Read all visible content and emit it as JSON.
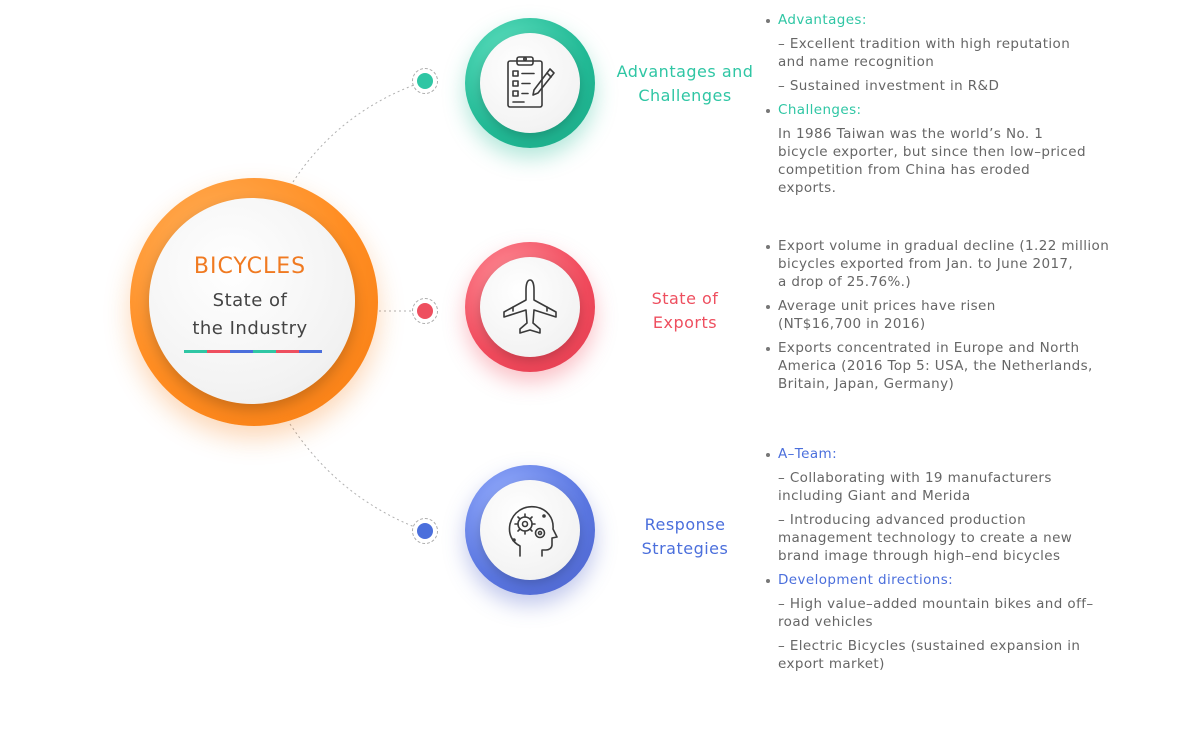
{
  "center": {
    "title": "BICYCLES",
    "line1": "State of",
    "line2": "the Industry"
  },
  "colors": {
    "orange": "#f07a21",
    "teal": "#2fc6a4",
    "red": "#ee4f5f",
    "blue": "#4b6fdc",
    "text": "#666666"
  },
  "sections": [
    {
      "label_line1": "Advantages and",
      "label_line2": "Challenges",
      "icon": "clipboard-checklist-icon",
      "items": [
        {
          "heading": "Advantages:"
        },
        {
          "text": "– Excellent tradition with high reputation"
        },
        {
          "text": "and name recognition"
        },
        {
          "text": "– Sustained investment in R&D"
        },
        {
          "heading": "Challenges:"
        },
        {
          "text": "In 1986 Taiwan was the world’s No. 1"
        },
        {
          "text": "bicycle exporter, but since then low–priced"
        },
        {
          "text": "competition from China has eroded"
        },
        {
          "text": "exports."
        }
      ]
    },
    {
      "label_line1": "State of",
      "label_line2": "Exports",
      "icon": "airplane-icon",
      "items": [
        {
          "text": "Export volume in gradual decline (1.22 million"
        },
        {
          "text": "bicycles exported from Jan. to June 2017,"
        },
        {
          "text": "a drop of 25.76%.)"
        },
        {
          "text": "Average unit prices have risen"
        },
        {
          "text": "(NT$16,700 in 2016)"
        },
        {
          "text": "Exports concentrated in Europe and North"
        },
        {
          "text": "America (2016 Top 5: USA, the Netherlands,"
        },
        {
          "text": "Britain, Japan, Germany)"
        }
      ]
    },
    {
      "label_line1": "Response",
      "label_line2": "Strategies",
      "icon": "head-gears-icon",
      "items": [
        {
          "heading": "A–Team:"
        },
        {
          "text": "– Collaborating with 19 manufacturers"
        },
        {
          "text": "including Giant and Merida"
        },
        {
          "text": "– Introducing advanced production"
        },
        {
          "text": "management technology to create a new"
        },
        {
          "text": "brand image through high–end bicycles"
        },
        {
          "heading": "Development directions:"
        },
        {
          "text": "– High value–added mountain bikes and off–"
        },
        {
          "text": "road vehicles"
        },
        {
          "text": "– Electric Bicycles (sustained expansion in"
        },
        {
          "text": "export market)"
        }
      ]
    }
  ]
}
